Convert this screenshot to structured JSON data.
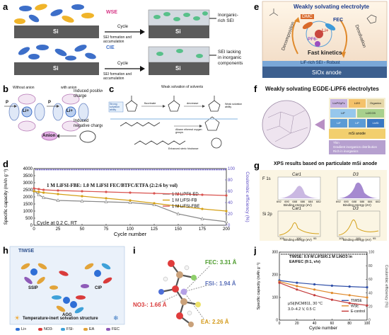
{
  "panel_letters": {
    "a": "a",
    "b": "b",
    "c": "c",
    "d": "d",
    "e": "e",
    "f": "f",
    "g": "g",
    "h": "h",
    "i": "i",
    "j": "j"
  },
  "panel_a": {
    "wse_label": "WSE",
    "cie_label": "CIE",
    "si_label": "Si",
    "cycle_label": "Cycle",
    "sei_caption": "SEI formation and accumulation",
    "result_top": "Inorganic-rich SEI",
    "result_bottom": "SEI lacking in inorganic components"
  },
  "panel_b": {
    "without_anion": "Without anion",
    "with_anion": "with anion",
    "positive": "Induced positive charge",
    "negative": "Induced negative charge",
    "li": "Li+",
    "anion": "Anion",
    "p_vec": "P"
  },
  "panel_c": {
    "title": "Weak solvation of solvents",
    "strong": "Strong solvation ability",
    "fluorinate": "fluorinate",
    "decrease": "decrease",
    "weak": "Weak solvation ability",
    "alkane": "Alkane ethereal oxygen groups",
    "enhanced": "Enhanced steric hindrance"
  },
  "panel_d": {
    "formula": "1 M LiFSI-FBE: 1.0 M LiFSI FEC/BTFC/ETFA (2:2:6 by vol)",
    "cycle_note": "Cycle at 0.2 C, RT"
  },
  "panel_e": {
    "title": "Weakly solvating electrolyte",
    "dmc": "DMC",
    "fec": "FEC",
    "li": "Li+",
    "pf6": "PF6-",
    "fast": "Fast kinetics",
    "decomposition": "Decomposition",
    "desolvation": "Desolvation",
    "sei": "LiF-rich SEI - Robust",
    "anode": "SiOx anode"
  },
  "panel_f": {
    "title": "Weakly solvating EGDE-LiPF6 electrolytes",
    "bullets": [
      "Thin",
      "Gradient inorganics distribution",
      "Rich in inorganics"
    ],
    "anode": "mSi anode",
    "layers": [
      "LixPOyFz",
      "Li2O",
      "Organics",
      "LiF",
      "Li2CO3",
      "LiF",
      "LiF",
      "LixSi"
    ]
  },
  "panel_g": {
    "title": "XPS results based on particulate mSi anode",
    "f1s": "F 1s",
    "si2p": "Si 2p",
    "car1": "Car1",
    "d3": "D3",
    "xlabel": "Binding energy (eV)",
    "f_ticks": [
      "692",
      "690",
      "688",
      "686",
      "684",
      "682"
    ],
    "si_ticks": [
      "105",
      "100",
      "95"
    ]
  },
  "panel_h": {
    "title": "TIWSE",
    "ssip": "SSIP",
    "cip": "CIP",
    "agg": "AGG",
    "caption": "Temperature-inert solvation structure",
    "legend": [
      "Li+",
      "NO3-",
      "FSI-",
      "EA",
      "FEC"
    ],
    "legend_colors": [
      "#2f6fd6",
      "#d93b3b",
      "#3ea1d9",
      "#e2a43a",
      "#8e5bb8"
    ]
  },
  "panel_i": {
    "fec": "FEC: 3.31 Å",
    "fsi": "FSI-: 1.94 Å",
    "no3": "NO3-: 1.66 Å",
    "ea": "EA: 2.26 Å"
  },
  "panel_j": {
    "note": "TIWSE: 0.9 M LiFSI/0.1 M LiNO3 in EA/FEC (9:1, v/v)",
    "cell": "μSi||NCM811, 30 °C",
    "cond": "3.0–4.2 V, 0.5 C",
    "xlabel": "Cycle number",
    "ylabel": "Specific capacity (mAh g⁻¹)",
    "y2label": "Coulombic efficiency (%)",
    "legend": [
      "TIWSE",
      "WSE",
      "E-control"
    ]
  },
  "chart_data": [
    {
      "type": "line",
      "xlabel": "Cycle number",
      "ylabel": "Specific capacity (mAh g⁻¹)",
      "y2label": "Coulombic efficiency (%)",
      "xlim": [
        0,
        200
      ],
      "ylim": [
        0,
        4000
      ],
      "y2lim": [
        0,
        100
      ],
      "xticks": [
        0,
        25,
        50,
        75,
        100,
        125,
        150,
        175,
        200
      ],
      "yticks": [
        0,
        500,
        1000,
        1500,
        2000,
        2500,
        3000,
        3500,
        4000
      ],
      "y2ticks": [
        0,
        20,
        40,
        60,
        80,
        100
      ],
      "series": [
        {
          "name": "1 M LiPF6-ED",
          "color": "#888888",
          "marker": "triangle",
          "x": [
            0,
            5,
            10,
            25,
            50,
            75,
            100,
            125,
            150,
            175,
            200
          ],
          "y": [
            2450,
            2150,
            1950,
            1750,
            1700,
            1650,
            1600,
            1450,
            800,
            450,
            250
          ]
        },
        {
          "name": "1 M LiFSI-FB",
          "color": "#d4a017",
          "marker": "circle",
          "x": [
            0,
            5,
            10,
            25,
            50,
            75,
            100,
            125,
            150,
            175,
            200
          ],
          "y": [
            2400,
            2350,
            2300,
            2200,
            2050,
            1900,
            1750,
            1550,
            1350,
            1150,
            1000
          ]
        },
        {
          "name": "1 M LiFSI-FBE",
          "color": "#d9534f",
          "marker": "circle",
          "x": [
            0,
            5,
            10,
            25,
            50,
            75,
            100,
            125,
            150,
            175,
            200
          ],
          "y": [
            2600,
            2550,
            2500,
            2450,
            2400,
            2350,
            2300,
            2250,
            2200,
            2150,
            2100
          ]
        }
      ]
    },
    {
      "type": "line",
      "xlabel": "Cycle number",
      "ylabel": "Specific capacity (mAh g⁻¹)",
      "y2label": "Coulombic efficiency (%)",
      "xlim": [
        0,
        100
      ],
      "ylim": [
        0,
        300
      ],
      "y2lim": [
        0,
        100
      ],
      "xticks": [
        0,
        20,
        40,
        60,
        80,
        100
      ],
      "yticks": [
        0,
        100,
        200,
        300
      ],
      "y2ticks": [
        0,
        20,
        40,
        60,
        80,
        100
      ],
      "series": [
        {
          "name": "TIWSE",
          "color": "#2f4fa8",
          "x": [
            0,
            20,
            40,
            60,
            80,
            100
          ],
          "y": [
            175,
            165,
            158,
            152,
            148,
            145
          ]
        },
        {
          "name": "WSE",
          "color": "#e08a2c",
          "x": [
            0,
            20,
            40,
            60,
            80,
            100
          ],
          "y": [
            170,
            150,
            135,
            120,
            110,
            100
          ]
        },
        {
          "name": "E-control",
          "color": "#c43b3b",
          "x": [
            0,
            20,
            40,
            60,
            80,
            100
          ],
          "y": [
            165,
            135,
            110,
            90,
            75,
            65
          ]
        }
      ]
    }
  ]
}
